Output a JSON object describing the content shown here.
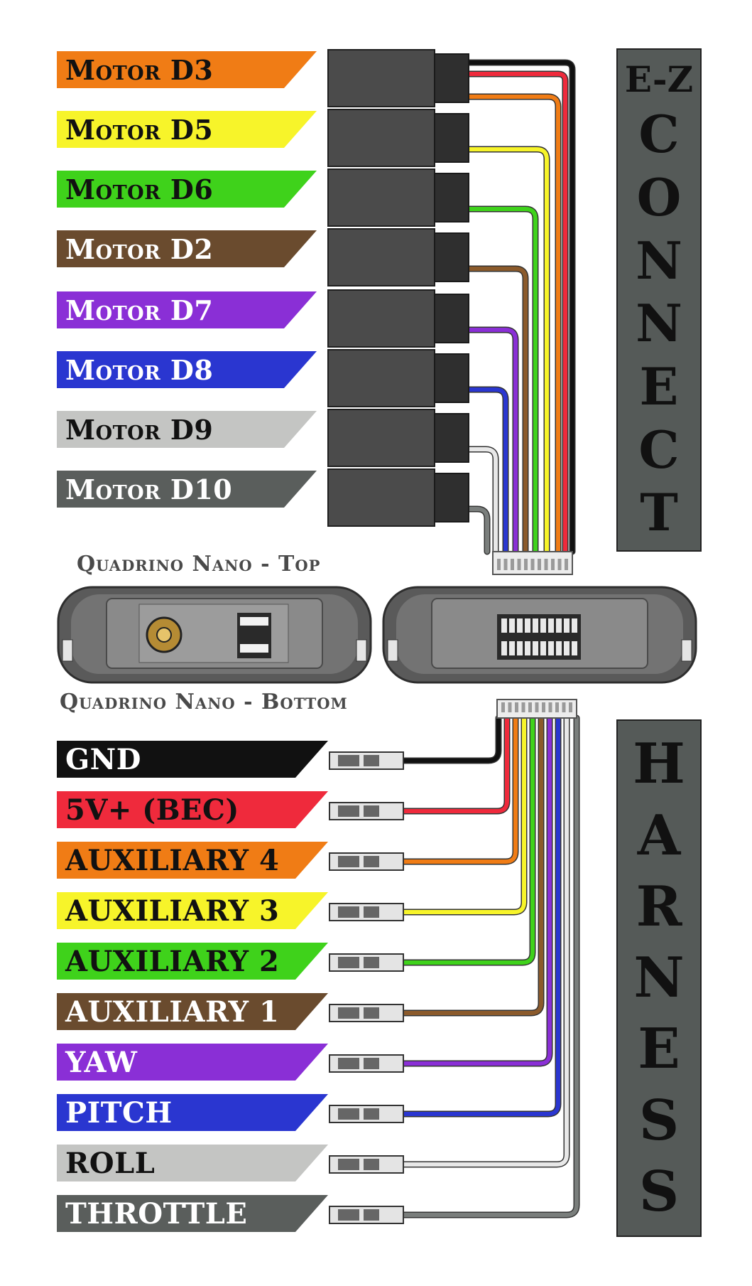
{
  "ezconnect": {
    "letters": [
      "E-Z",
      "C",
      "O",
      "N",
      "N",
      "E",
      "C",
      "T"
    ],
    "motors": [
      {
        "label": "Motor D3",
        "color": "#f07c15",
        "text_color": "#111111"
      },
      {
        "label": "Motor D5",
        "color": "#f7f42a",
        "text_color": "#111111"
      },
      {
        "label": "Motor D6",
        "color": "#3fd21b",
        "text_color": "#111111"
      },
      {
        "label": "Motor D2",
        "color": "#6a4b2e",
        "text_color": "#ffffff"
      },
      {
        "label": "Motor D7",
        "color": "#8a2fd6",
        "text_color": "#ffffff"
      },
      {
        "label": "Motor D8",
        "color": "#2a36d0",
        "text_color": "#ffffff"
      },
      {
        "label": "Motor D9",
        "color": "#c4c5c3",
        "text_color": "#111111"
      },
      {
        "label": "Motor D10",
        "color": "#5a5e5c",
        "text_color": "#ffffff"
      }
    ]
  },
  "board": {
    "top_caption": "Quadrino Nano - Top",
    "bottom_caption": "Quadrino Nano - Bottom"
  },
  "harness": {
    "letters": [
      "H",
      "A",
      "R",
      "N",
      "E",
      "S",
      "S"
    ],
    "channels": [
      {
        "label": "GND",
        "color": "#111111",
        "text_color": "#ffffff"
      },
      {
        "label": "5V+ (BEC)",
        "color": "#ef2a3c",
        "text_color": "#111111"
      },
      {
        "label": "AUXILIARY 4",
        "color": "#f07c15",
        "text_color": "#111111"
      },
      {
        "label": "AUXILIARY 3",
        "color": "#f7f42a",
        "text_color": "#111111"
      },
      {
        "label": "AUXILIARY 2",
        "color": "#3fd21b",
        "text_color": "#111111"
      },
      {
        "label": "AUXILIARY 1",
        "color": "#6a4b2e",
        "text_color": "#ffffff"
      },
      {
        "label": "YAW",
        "color": "#8a2fd6",
        "text_color": "#ffffff"
      },
      {
        "label": "PITCH",
        "color": "#2a36d0",
        "text_color": "#ffffff"
      },
      {
        "label": "ROLL",
        "color": "#c4c5c3",
        "text_color": "#111111"
      },
      {
        "label": "THROTTLE",
        "color": "#5a5e5c",
        "text_color": "#ffffff"
      }
    ]
  },
  "wire_colors": {
    "gnd": "#111111",
    "power": "#ef2a3c",
    "orange": "#f07c15",
    "yellow": "#f7f42a",
    "green": "#3fd21b",
    "brown": "#8b5a2b",
    "purple": "#8a2fd6",
    "blue": "#2a36d0",
    "white": "#e8e8e8",
    "gray": "#7a7e7c"
  }
}
